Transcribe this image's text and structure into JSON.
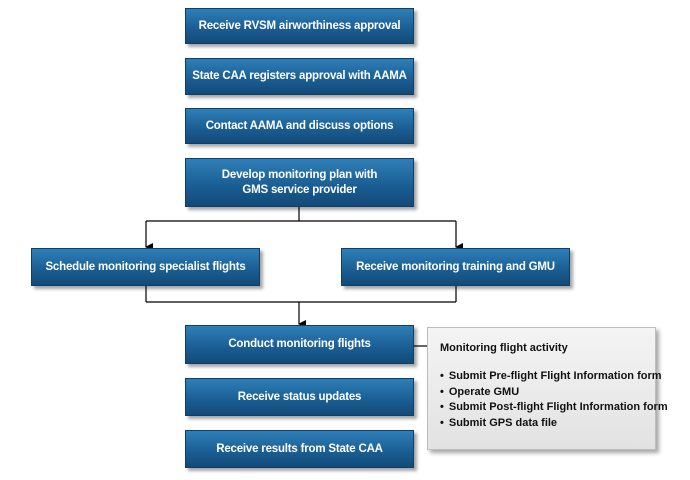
{
  "diagram": {
    "steps": [
      {
        "id": "rvsm",
        "label": "Receive RVSM airworthiness approval"
      },
      {
        "id": "register",
        "label": "State CAA registers approval with AAMA"
      },
      {
        "id": "contact",
        "label": "Contact AAMA and discuss options"
      },
      {
        "id": "plan",
        "line1": "Develop monitoring plan with",
        "line2": "GMS service provider"
      },
      {
        "id": "schedule",
        "label": "Schedule monitoring specialist flights"
      },
      {
        "id": "training",
        "label": "Receive monitoring training and GMU"
      },
      {
        "id": "conduct",
        "label": "Conduct monitoring flights"
      },
      {
        "id": "status",
        "label": "Receive status updates"
      },
      {
        "id": "results",
        "label": "Receive results from State CAA"
      }
    ],
    "side_panel": {
      "title": "Monitoring flight activity",
      "items": [
        "Submit Pre-flight Flight Information form",
        "Operate GMU",
        "Submit Post-flight Flight Information form",
        "Submit GPS data file"
      ]
    },
    "colors": {
      "box_fill": "#1b5f95",
      "box_text": "#ffffff",
      "panel_fill": "#ebebeb",
      "connector": "#000000"
    }
  }
}
